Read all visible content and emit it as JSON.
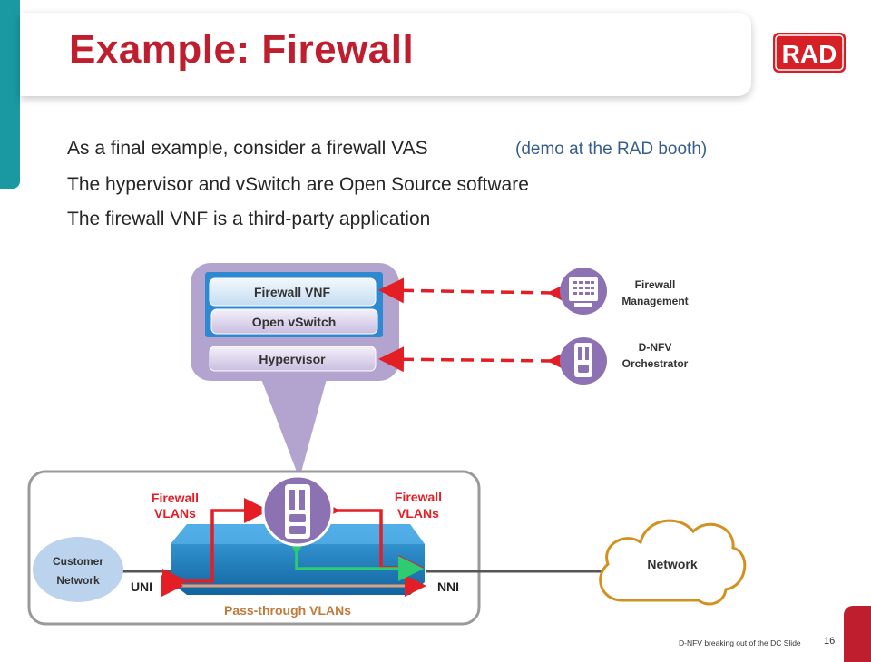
{
  "slide": {
    "title": "Example: Firewall",
    "logo_text": "RAD",
    "bullets": [
      "As a final example, consider a firewall VAS",
      "The hypervisor and vSwitch are Open Source software",
      "The firewall VNF is a third-party application"
    ],
    "demo_note": "(demo at the RAD booth)",
    "footer": "D-NFV breaking out of the DC  Slide",
    "page_number": "16"
  },
  "diagram": {
    "stack": {
      "firewall_vnf": "Firewall VNF",
      "open_vswitch": "Open vSwitch",
      "hypervisor": "Hypervisor"
    },
    "mgmt": {
      "firewall_management": [
        "Firewall",
        "Management"
      ],
      "dnfv_orchestrator": [
        "D-NFV",
        "Orchestrator"
      ]
    },
    "network": {
      "customer_network": [
        "Customer",
        "Network"
      ],
      "uni": "UNI",
      "nni": "NNI",
      "firewall_vlans_left": [
        "Firewall",
        "VLANs"
      ],
      "firewall_vlans_right": [
        "Firewall",
        "VLANs"
      ],
      "pass_through": "Pass-through VLANs",
      "network_cloud": "Network"
    }
  },
  "colors": {
    "title_red": "#be1e2d",
    "teal": "#1a99a2",
    "purple": "#8d72b3",
    "light_purple": "#b3a4cf",
    "blue_device": "#1e83c9",
    "red_link": "#e31e24",
    "green_link": "#2ecc71",
    "cloud_orange": "#d4901e"
  }
}
